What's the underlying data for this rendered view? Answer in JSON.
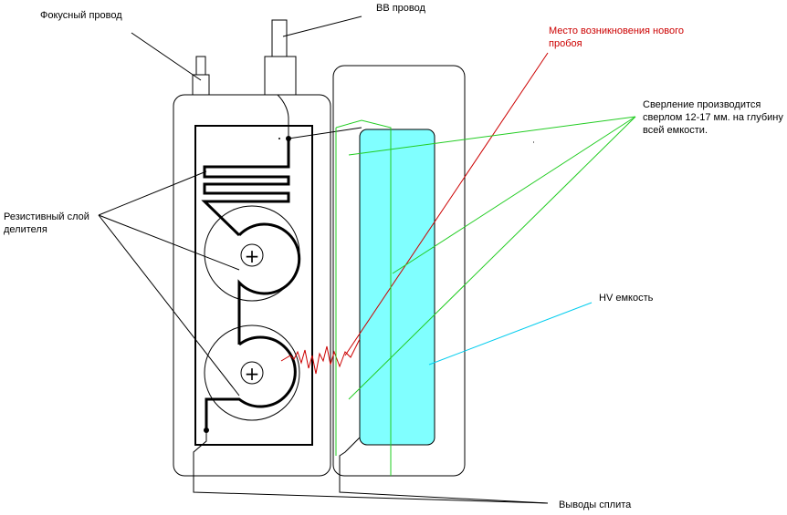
{
  "labels": {
    "focus_wire": "Фокусный провод",
    "hv_wire": "ВВ провод",
    "breakdown_line1": "Место возникновения нового",
    "breakdown_line2": "пробоя",
    "drilling_line1": "Сверление производится",
    "drilling_line2": "сверлом 12-17 мм. на глубину",
    "drilling_line3": "всей емкости.",
    "resistive_line1": "Резистивный слой",
    "resistive_line2": "делителя",
    "hv_capacitor": "HV емкость",
    "split_leads": "Выводы  сплита"
  },
  "colors": {
    "outline": "#000000",
    "capacitor_fill": "#80ffff",
    "breakdown": "#cc0000",
    "drilling": "#22cc22",
    "hv_pointer": "#00ccee"
  },
  "icons": {
    "terminal_symbol": "+"
  }
}
